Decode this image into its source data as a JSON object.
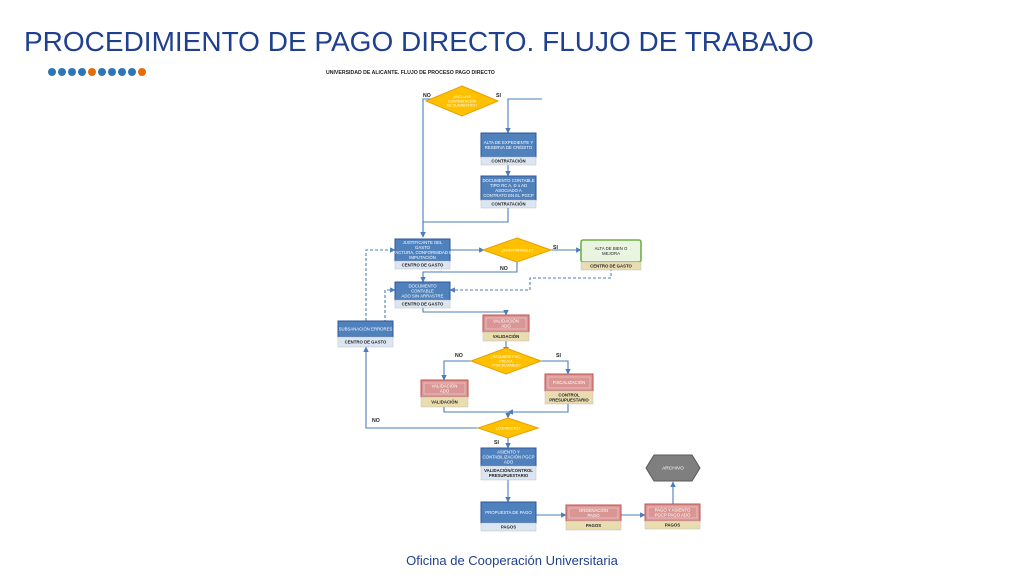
{
  "slide": {
    "title": "PROCEDIMIENTO DE PAGO DIRECTO. FLUJO DE TRABAJO",
    "footer": "Oficina de Cooperación Universitaria",
    "dot_colors": [
      "#2e75b6",
      "#2e75b6",
      "#2e75b6",
      "#2e75b6",
      "#e46c0a",
      "#2e75b6",
      "#2e75b6",
      "#2e75b6",
      "#2e75b6",
      "#e46c0a"
    ]
  },
  "diagram": {
    "title": "UNIVERSIDAD DE ALICANTE. FLUJO DE PROCESO PAGO DIRECTO",
    "colors": {
      "process_fill": "#4f81bd",
      "process_stroke": "#2f5597",
      "caption_fill": "#dce6f2",
      "decision_fill": "#ffc000",
      "decision_stroke": "#e6a000",
      "red_fill": "#d99694",
      "red_stroke": "#c0504d",
      "green_stroke": "#70ad47",
      "green_fill": "#eaf5e1",
      "tan_fill": "#e9dcae",
      "archive_fill": "#7f7f7f",
      "arrow": "#4a7ebb"
    },
    "nodes": {
      "d1": {
        "text": [
          "¿INCLUYE",
          "CONTRATACIÓN",
          "DE SUMINISTRO?"
        ]
      },
      "p1": {
        "text": [
          "ALTA DE EXPEDIENTE Y",
          "RESERVA DE CRÉDITO"
        ],
        "caption": "CONTRATACIÓN"
      },
      "p2": {
        "text": [
          "DOCUMENTO CONTABLE",
          "TIPO RC A, D o AD",
          "ASOCIADO A",
          "CONTRATO EN EL PGCP"
        ],
        "caption": "CONTRATACIÓN"
      },
      "p3": {
        "text": [
          "JUSTIFICANTE DEL",
          "GASTO",
          "FACTURA, CONFORMIDAD E",
          "IMPUTACIÓN"
        ],
        "caption": "CENTRO DE GASTO"
      },
      "d2": {
        "text": [
          "¿INVENTARIABLE?"
        ]
      },
      "g1": {
        "text": [
          "ALTA DE BIEN O",
          "MEJORA"
        ],
        "caption": "CENTRO DE GASTO"
      },
      "p4": {
        "text": [
          "DOCUMENTO",
          "CONTABLE",
          "ADO SIN ARRASTRE"
        ],
        "caption": "CENTRO DE GASTO"
      },
      "p5": {
        "text": [
          "SUBSANACIÓN ERRORES"
        ],
        "caption": "CENTRO DE GASTO"
      },
      "r1": {
        "text": [
          "VALIDACIÓN",
          "ADO"
        ],
        "caption": "VALIDACIÓN"
      },
      "d3": {
        "text": [
          "¿REQUIERE FISC.",
          "PREVIA",
          "/ FISCALIZABLE?"
        ]
      },
      "r2": {
        "text": [
          "VALIDACIÓN",
          "ADO"
        ],
        "caption": "VALIDACIÓN"
      },
      "r3": {
        "text": [
          "FISCALIZACIÓN"
        ],
        "caption": [
          "CONTROL",
          "PRESUPUESTARIO"
        ]
      },
      "d4": {
        "text": [
          "¿CORRECTO?"
        ]
      },
      "p6": {
        "text": [
          "ASIENTO Y",
          "CONTABILIZACIÓN PGCP",
          "ADO"
        ],
        "caption": [
          "VALIDACIÓN/CONTROL",
          "PRESUPUESTARIO"
        ]
      },
      "p7": {
        "text": [
          "PROPUESTA DE PAGO"
        ],
        "caption": "PAGOS"
      },
      "r4": {
        "text": [
          "ORDENACIÓN",
          "PAGO"
        ],
        "caption": "PAGOS"
      },
      "r5": {
        "text": [
          "PAGO Y ASIENTO",
          "PGCP PAGO ADO"
        ],
        "caption": "PAGOS"
      },
      "arch": {
        "text": [
          "ARCHIVO"
        ]
      }
    },
    "labels": {
      "d1_no": "NO",
      "d1_si": "SI",
      "d2_si": "SI",
      "d2_no": "NO",
      "d3_no": "NO",
      "d3_si": "SI",
      "d4_no": "NO",
      "d4_si": "SI"
    }
  }
}
